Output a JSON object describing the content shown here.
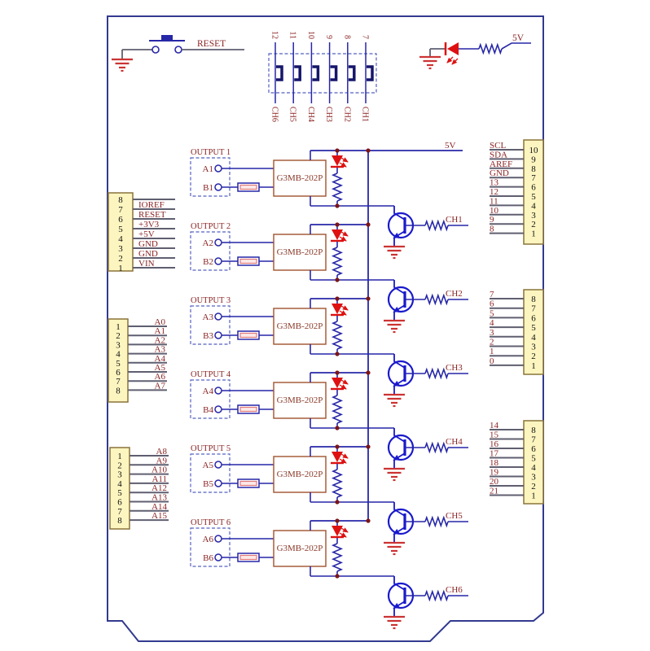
{
  "reset_button": {
    "label": "RESET"
  },
  "power_indicator": {
    "label": "5V"
  },
  "power_rail_label": "5V",
  "jumper_block": {
    "pin_labels": [
      "12",
      "11",
      "10",
      "9",
      "8",
      "7"
    ],
    "channel_labels": [
      "CH6",
      "CH5",
      "CH4",
      "CH3",
      "CH2",
      "CH1"
    ]
  },
  "headers": {
    "power": {
      "pins": [
        "8",
        "7",
        "6",
        "5",
        "4",
        "3",
        "2",
        "1"
      ],
      "labels": [
        "IOREF",
        "RESET",
        "+3V3",
        "+5V",
        "GND",
        "GND",
        "VIN"
      ]
    },
    "analog_low": {
      "pins": [
        "1",
        "2",
        "3",
        "4",
        "5",
        "6",
        "7",
        "8"
      ],
      "labels": [
        "A0",
        "A1",
        "A2",
        "A3",
        "A4",
        "A5",
        "A6",
        "A7"
      ]
    },
    "analog_high": {
      "pins": [
        "1",
        "2",
        "3",
        "4",
        "5",
        "6",
        "7",
        "8"
      ],
      "labels": [
        "A8",
        "A9",
        "A10",
        "A11",
        "A12",
        "A13",
        "A14",
        "A15"
      ]
    },
    "comm": {
      "pins": [
        "10",
        "9",
        "8",
        "7",
        "6",
        "5",
        "4",
        "3",
        "2",
        "1"
      ],
      "labels": [
        "SCL",
        "SDA",
        "AREF",
        "GND",
        "13",
        "12",
        "11",
        "10",
        "9",
        "8"
      ]
    },
    "digital": {
      "pins": [
        "8",
        "7",
        "6",
        "5",
        "4",
        "3",
        "2",
        "1"
      ],
      "labels": [
        "7",
        "6",
        "5",
        "4",
        "3",
        "2",
        "1",
        "0"
      ]
    },
    "pwm": {
      "pins": [
        "8",
        "7",
        "6",
        "5",
        "4",
        "3",
        "2",
        "1"
      ],
      "labels": [
        "14",
        "15",
        "16",
        "17",
        "18",
        "19",
        "20",
        "21"
      ]
    }
  },
  "channels": [
    {
      "output_label": "OUTPUT 1",
      "input_a": "A1",
      "input_b": "B1",
      "relay": "G3MB-202P",
      "channel": "CH1"
    },
    {
      "output_label": "OUTPUT 2",
      "input_a": "A2",
      "input_b": "B2",
      "relay": "G3MB-202P",
      "channel": "CH2"
    },
    {
      "output_label": "OUTPUT 3",
      "input_a": "A3",
      "input_b": "B3",
      "relay": "G3MB-202P",
      "channel": "CH3"
    },
    {
      "output_label": "OUTPUT 4",
      "input_a": "A4",
      "input_b": "B4",
      "relay": "G3MB-202P",
      "channel": "CH4"
    },
    {
      "output_label": "OUTPUT 5",
      "input_a": "A5",
      "input_b": "B5",
      "relay": "G3MB-202P",
      "channel": "CH5"
    },
    {
      "output_label": "OUTPUT 6",
      "input_a": "A6",
      "input_b": "B6",
      "relay": "G3MB-202P",
      "channel": "CH6"
    }
  ],
  "colors": {
    "wire": "#2727a8",
    "stub": "#5f5f70",
    "label": "#8b2424",
    "pin_text": "#111111",
    "led": "#dd1111",
    "ground": "#cc3333",
    "dot": "#7d1616",
    "transistor": "#1a1acc",
    "jumper": "#16166b",
    "dashed": "#5560c0",
    "connector_fill": "#fdf5c0",
    "connector_border": "#8a733a",
    "relay_border": "#a0522d",
    "relay_text": "#8b3a2a",
    "board_outline": "#333a8f"
  }
}
